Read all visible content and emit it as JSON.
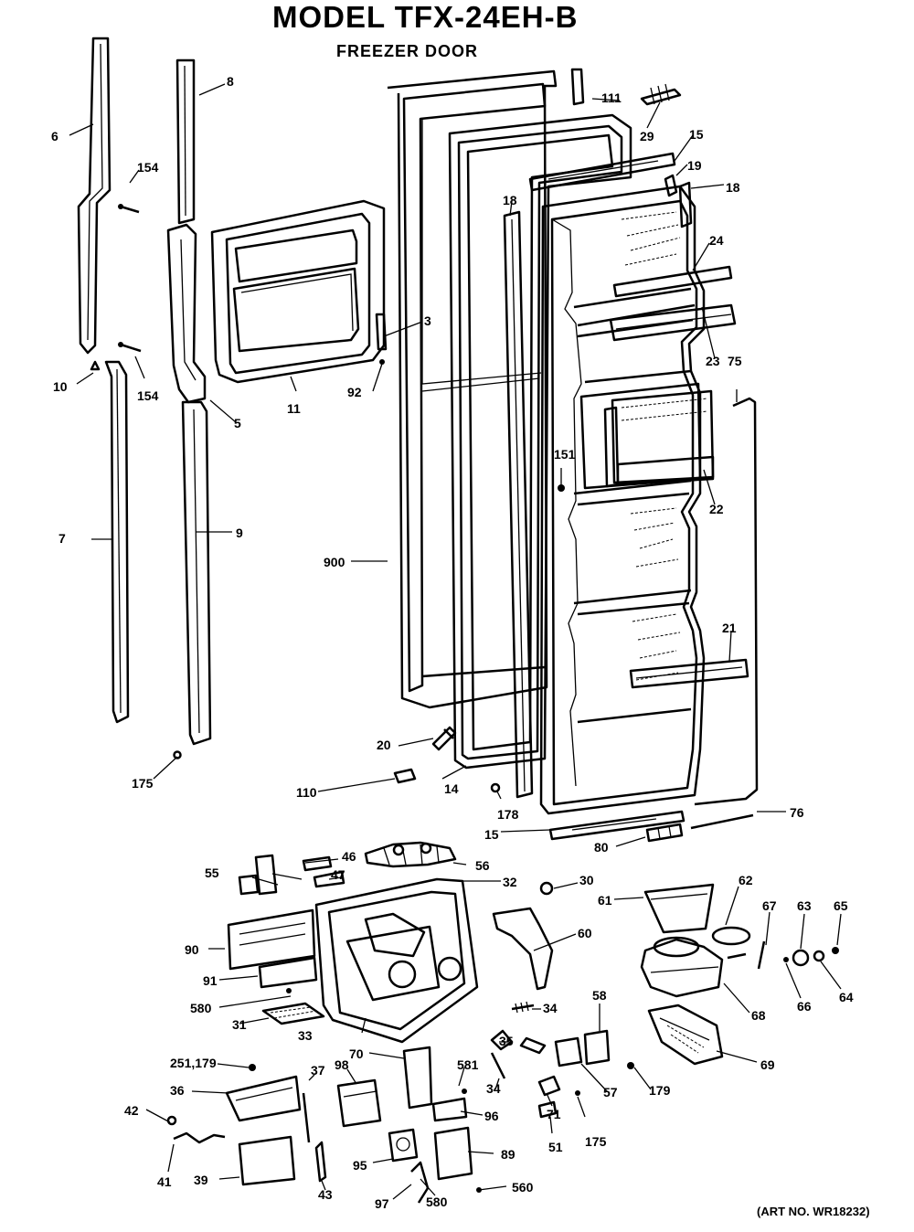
{
  "title": "MODEL TFX-24EH-B",
  "subtitle": "FREEZER DOOR",
  "art_number": "(ART NO. WR18232)",
  "callouts": [
    {
      "id": "c-6",
      "text": "6"
    },
    {
      "id": "c-8",
      "text": "8"
    },
    {
      "id": "c-111",
      "text": "111"
    },
    {
      "id": "c-29",
      "text": "29"
    },
    {
      "id": "c-15a",
      "text": "15"
    },
    {
      "id": "c-154a",
      "text": "154"
    },
    {
      "id": "c-19",
      "text": "19"
    },
    {
      "id": "c-18a",
      "text": "18"
    },
    {
      "id": "c-18b",
      "text": "18"
    },
    {
      "id": "c-24",
      "text": "24"
    },
    {
      "id": "c-3",
      "text": "3"
    },
    {
      "id": "c-92",
      "text": "92"
    },
    {
      "id": "c-10",
      "text": "10"
    },
    {
      "id": "c-154b",
      "text": "154"
    },
    {
      "id": "c-11",
      "text": "11"
    },
    {
      "id": "c-5",
      "text": "5"
    },
    {
      "id": "c-23",
      "text": "23"
    },
    {
      "id": "c-75",
      "text": "75"
    },
    {
      "id": "c-151",
      "text": "151"
    },
    {
      "id": "c-22",
      "text": "22"
    },
    {
      "id": "c-7",
      "text": "7"
    },
    {
      "id": "c-9",
      "text": "9"
    },
    {
      "id": "c-900",
      "text": "900"
    },
    {
      "id": "c-21",
      "text": "21"
    },
    {
      "id": "c-20",
      "text": "20"
    },
    {
      "id": "c-175a",
      "text": "175"
    },
    {
      "id": "c-110",
      "text": "110"
    },
    {
      "id": "c-14",
      "text": "14"
    },
    {
      "id": "c-178",
      "text": "178"
    },
    {
      "id": "c-76",
      "text": "76"
    },
    {
      "id": "c-15b",
      "text": "15"
    },
    {
      "id": "c-80",
      "text": "80"
    },
    {
      "id": "c-46",
      "text": "46"
    },
    {
      "id": "c-56",
      "text": "56"
    },
    {
      "id": "c-55",
      "text": "55"
    },
    {
      "id": "c-47",
      "text": "47"
    },
    {
      "id": "c-32",
      "text": "32"
    },
    {
      "id": "c-30",
      "text": "30"
    },
    {
      "id": "c-62",
      "text": "62"
    },
    {
      "id": "c-61",
      "text": "61"
    },
    {
      "id": "c-67",
      "text": "67"
    },
    {
      "id": "c-63",
      "text": "63"
    },
    {
      "id": "c-65",
      "text": "65"
    },
    {
      "id": "c-60",
      "text": "60"
    },
    {
      "id": "c-90",
      "text": "90"
    },
    {
      "id": "c-91",
      "text": "91"
    },
    {
      "id": "c-66",
      "text": "66"
    },
    {
      "id": "c-64",
      "text": "64"
    },
    {
      "id": "c-68",
      "text": "68"
    },
    {
      "id": "c-580a",
      "text": "580"
    },
    {
      "id": "c-58",
      "text": "58"
    },
    {
      "id": "c-34a",
      "text": "34"
    },
    {
      "id": "c-31",
      "text": "31"
    },
    {
      "id": "c-33",
      "text": "33"
    },
    {
      "id": "c-35",
      "text": "35"
    },
    {
      "id": "c-69",
      "text": "69"
    },
    {
      "id": "c-251",
      "text": "251,179"
    },
    {
      "id": "c-70",
      "text": "70"
    },
    {
      "id": "c-98",
      "text": "98"
    },
    {
      "id": "c-581",
      "text": "581"
    },
    {
      "id": "c-37",
      "text": "37"
    },
    {
      "id": "c-34b",
      "text": "34"
    },
    {
      "id": "c-57",
      "text": "57"
    },
    {
      "id": "c-179",
      "text": "179"
    },
    {
      "id": "c-36",
      "text": "36"
    },
    {
      "id": "c-71",
      "text": "71"
    },
    {
      "id": "c-96",
      "text": "96"
    },
    {
      "id": "c-42",
      "text": "42"
    },
    {
      "id": "c-175b",
      "text": "175"
    },
    {
      "id": "c-51",
      "text": "51"
    },
    {
      "id": "c-89",
      "text": "89"
    },
    {
      "id": "c-41",
      "text": "41"
    },
    {
      "id": "c-39",
      "text": "39"
    },
    {
      "id": "c-95",
      "text": "95"
    },
    {
      "id": "c-43",
      "text": "43"
    },
    {
      "id": "c-560",
      "text": "560"
    },
    {
      "id": "c-97",
      "text": "97"
    },
    {
      "id": "c-580b",
      "text": "580"
    }
  ]
}
